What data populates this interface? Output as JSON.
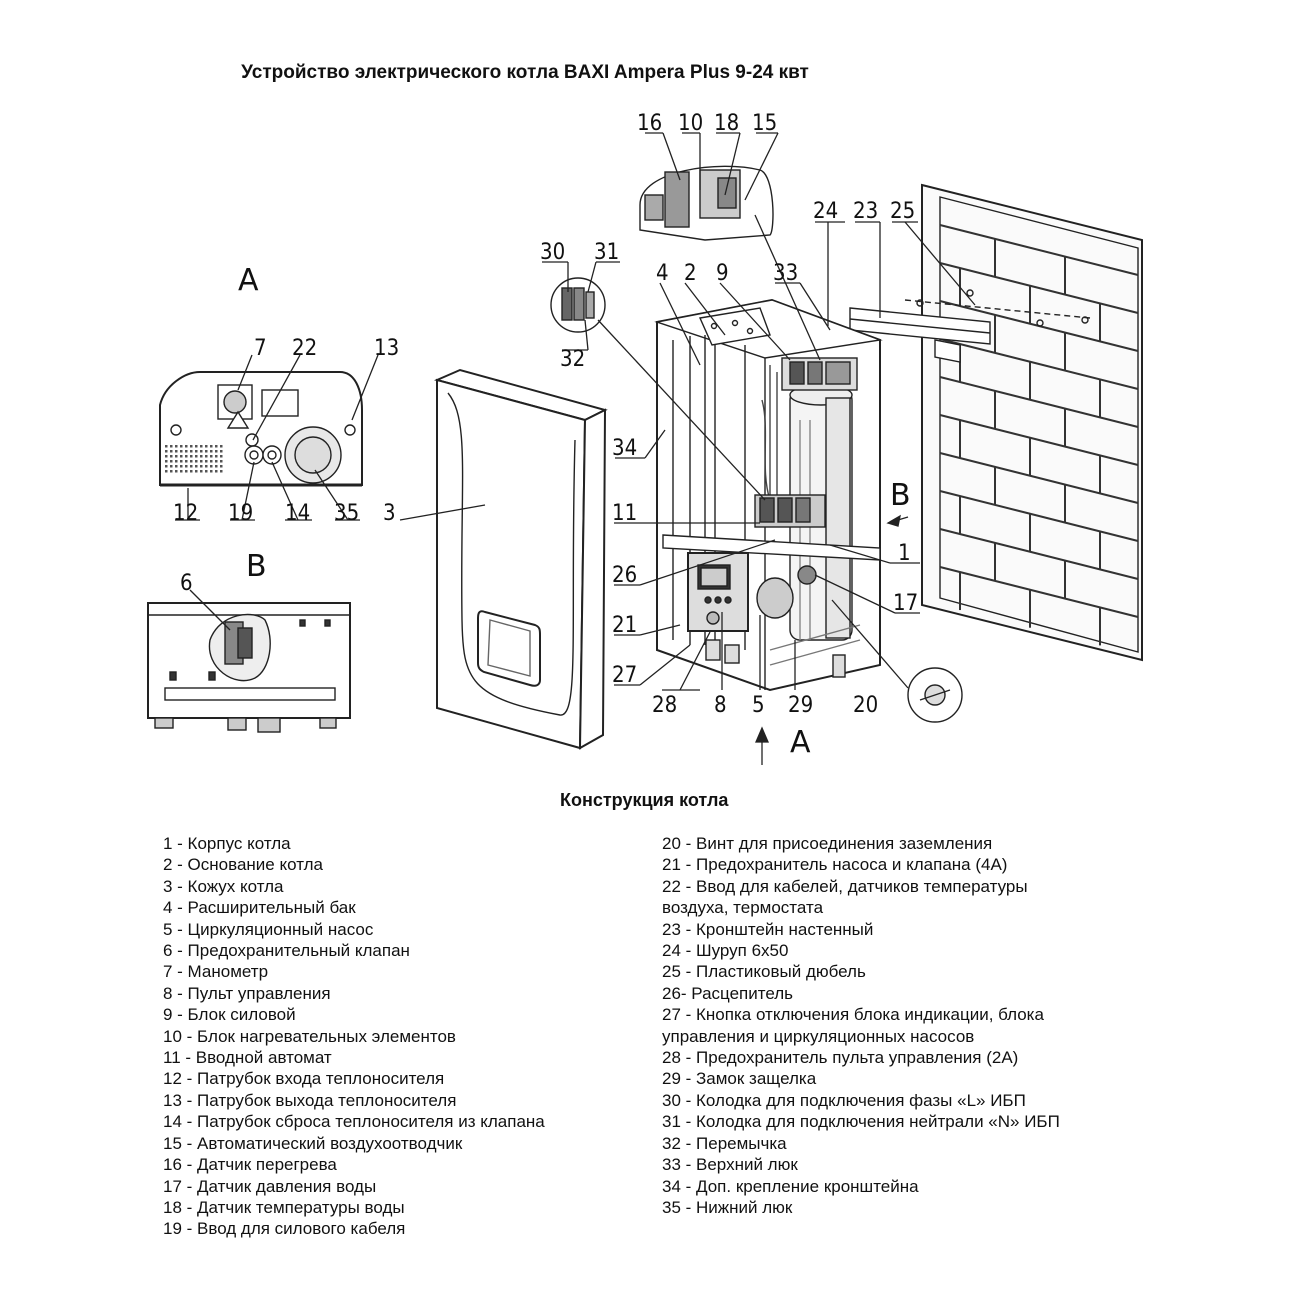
{
  "title": "Устройство электрического котла BAXI Ampera Plus 9-24 квт",
  "subtitle": "Конструкция котла",
  "views": {
    "a": "A",
    "b": "B"
  },
  "callouts": [
    "16",
    "10",
    "18",
    "15",
    "24",
    "23",
    "25",
    "30",
    "31",
    "32",
    "4",
    "2",
    "9",
    "33",
    "7",
    "22",
    "13",
    "34",
    "12",
    "19",
    "14",
    "35",
    "3",
    "11",
    "1",
    "26",
    "21",
    "17",
    "27",
    "28",
    "8",
    "5",
    "29",
    "20",
    "6"
  ],
  "legend_left": [
    "1 - Корпус котла",
    "2 - Основание котла",
    "3 - Кожух котла",
    "4 - Расширительный бак",
    "5 - Циркуляционный насос",
    "6 - Предохранительный клапан",
    "7 - Манометр",
    "8 - Пульт управления",
    "9 - Блок силовой",
    "10 - Блок нагревательных элементов",
    "11 - Вводной автомат",
    "12 - Патрубок входа теплоносителя",
    "13 - Патрубок выхода теплоносителя",
    "14 - Патрубок сброса теплоносителя из клапана",
    "15 - Автоматический воздухоотводчик",
    "16 - Датчик перегрева",
    "17 - Датчик давления воды",
    "18 - Датчик температуры воды",
    "19 - Ввод для силового кабеля"
  ],
  "legend_right": [
    "20 - Винт для присоединения заземления",
    "21 - Предохранитель насоса и клапана (4А)",
    "22 - Ввод для кабелей, датчиков температуры\nвоздуха, термостата",
    "23 - Кронштейн настенный",
    "24 - Шуруп 6х50",
    "25 - Пластиковый дюбель",
    "26- Расцепитель",
    "27 - Кнопка отключения блока индикации, блока\nуправления и циркуляционных насосов",
    "28 - Предохранитель пульта управления (2А)",
    "29 - Замок защелка",
    "30 - Колодка для подключения фазы «L» ИБП",
    "31 - Колодка для подключения нейтрали «N» ИБП",
    "32 - Перемычка",
    "33 - Верхний люк",
    "34 - Доп. крепление кронштейна",
    "35 - Нижний люк"
  ]
}
